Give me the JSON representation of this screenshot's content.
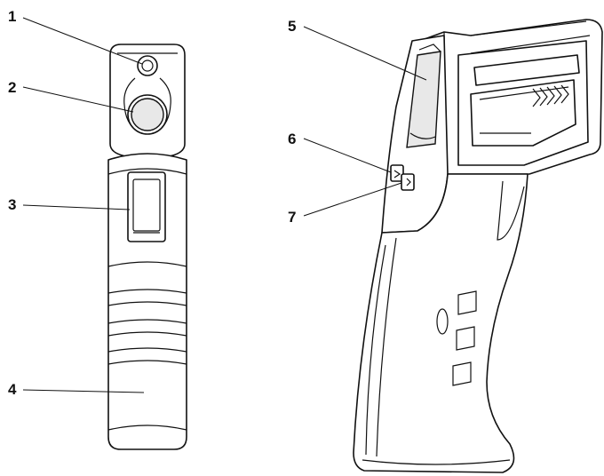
{
  "callouts": [
    {
      "label": "1",
      "part": "laser-pointer-aperture"
    },
    {
      "label": "2",
      "part": "ir-sensor-lens"
    },
    {
      "label": "3",
      "part": "trigger-button"
    },
    {
      "label": "4",
      "part": "battery-compartment"
    },
    {
      "label": "5",
      "part": "lcd-display"
    },
    {
      "label": "6",
      "part": "mode-button"
    },
    {
      "label": "7",
      "part": "laser-button"
    }
  ],
  "colors": {
    "stroke": "#111111",
    "background": "#ffffff",
    "shade": "#e8e8e8"
  }
}
